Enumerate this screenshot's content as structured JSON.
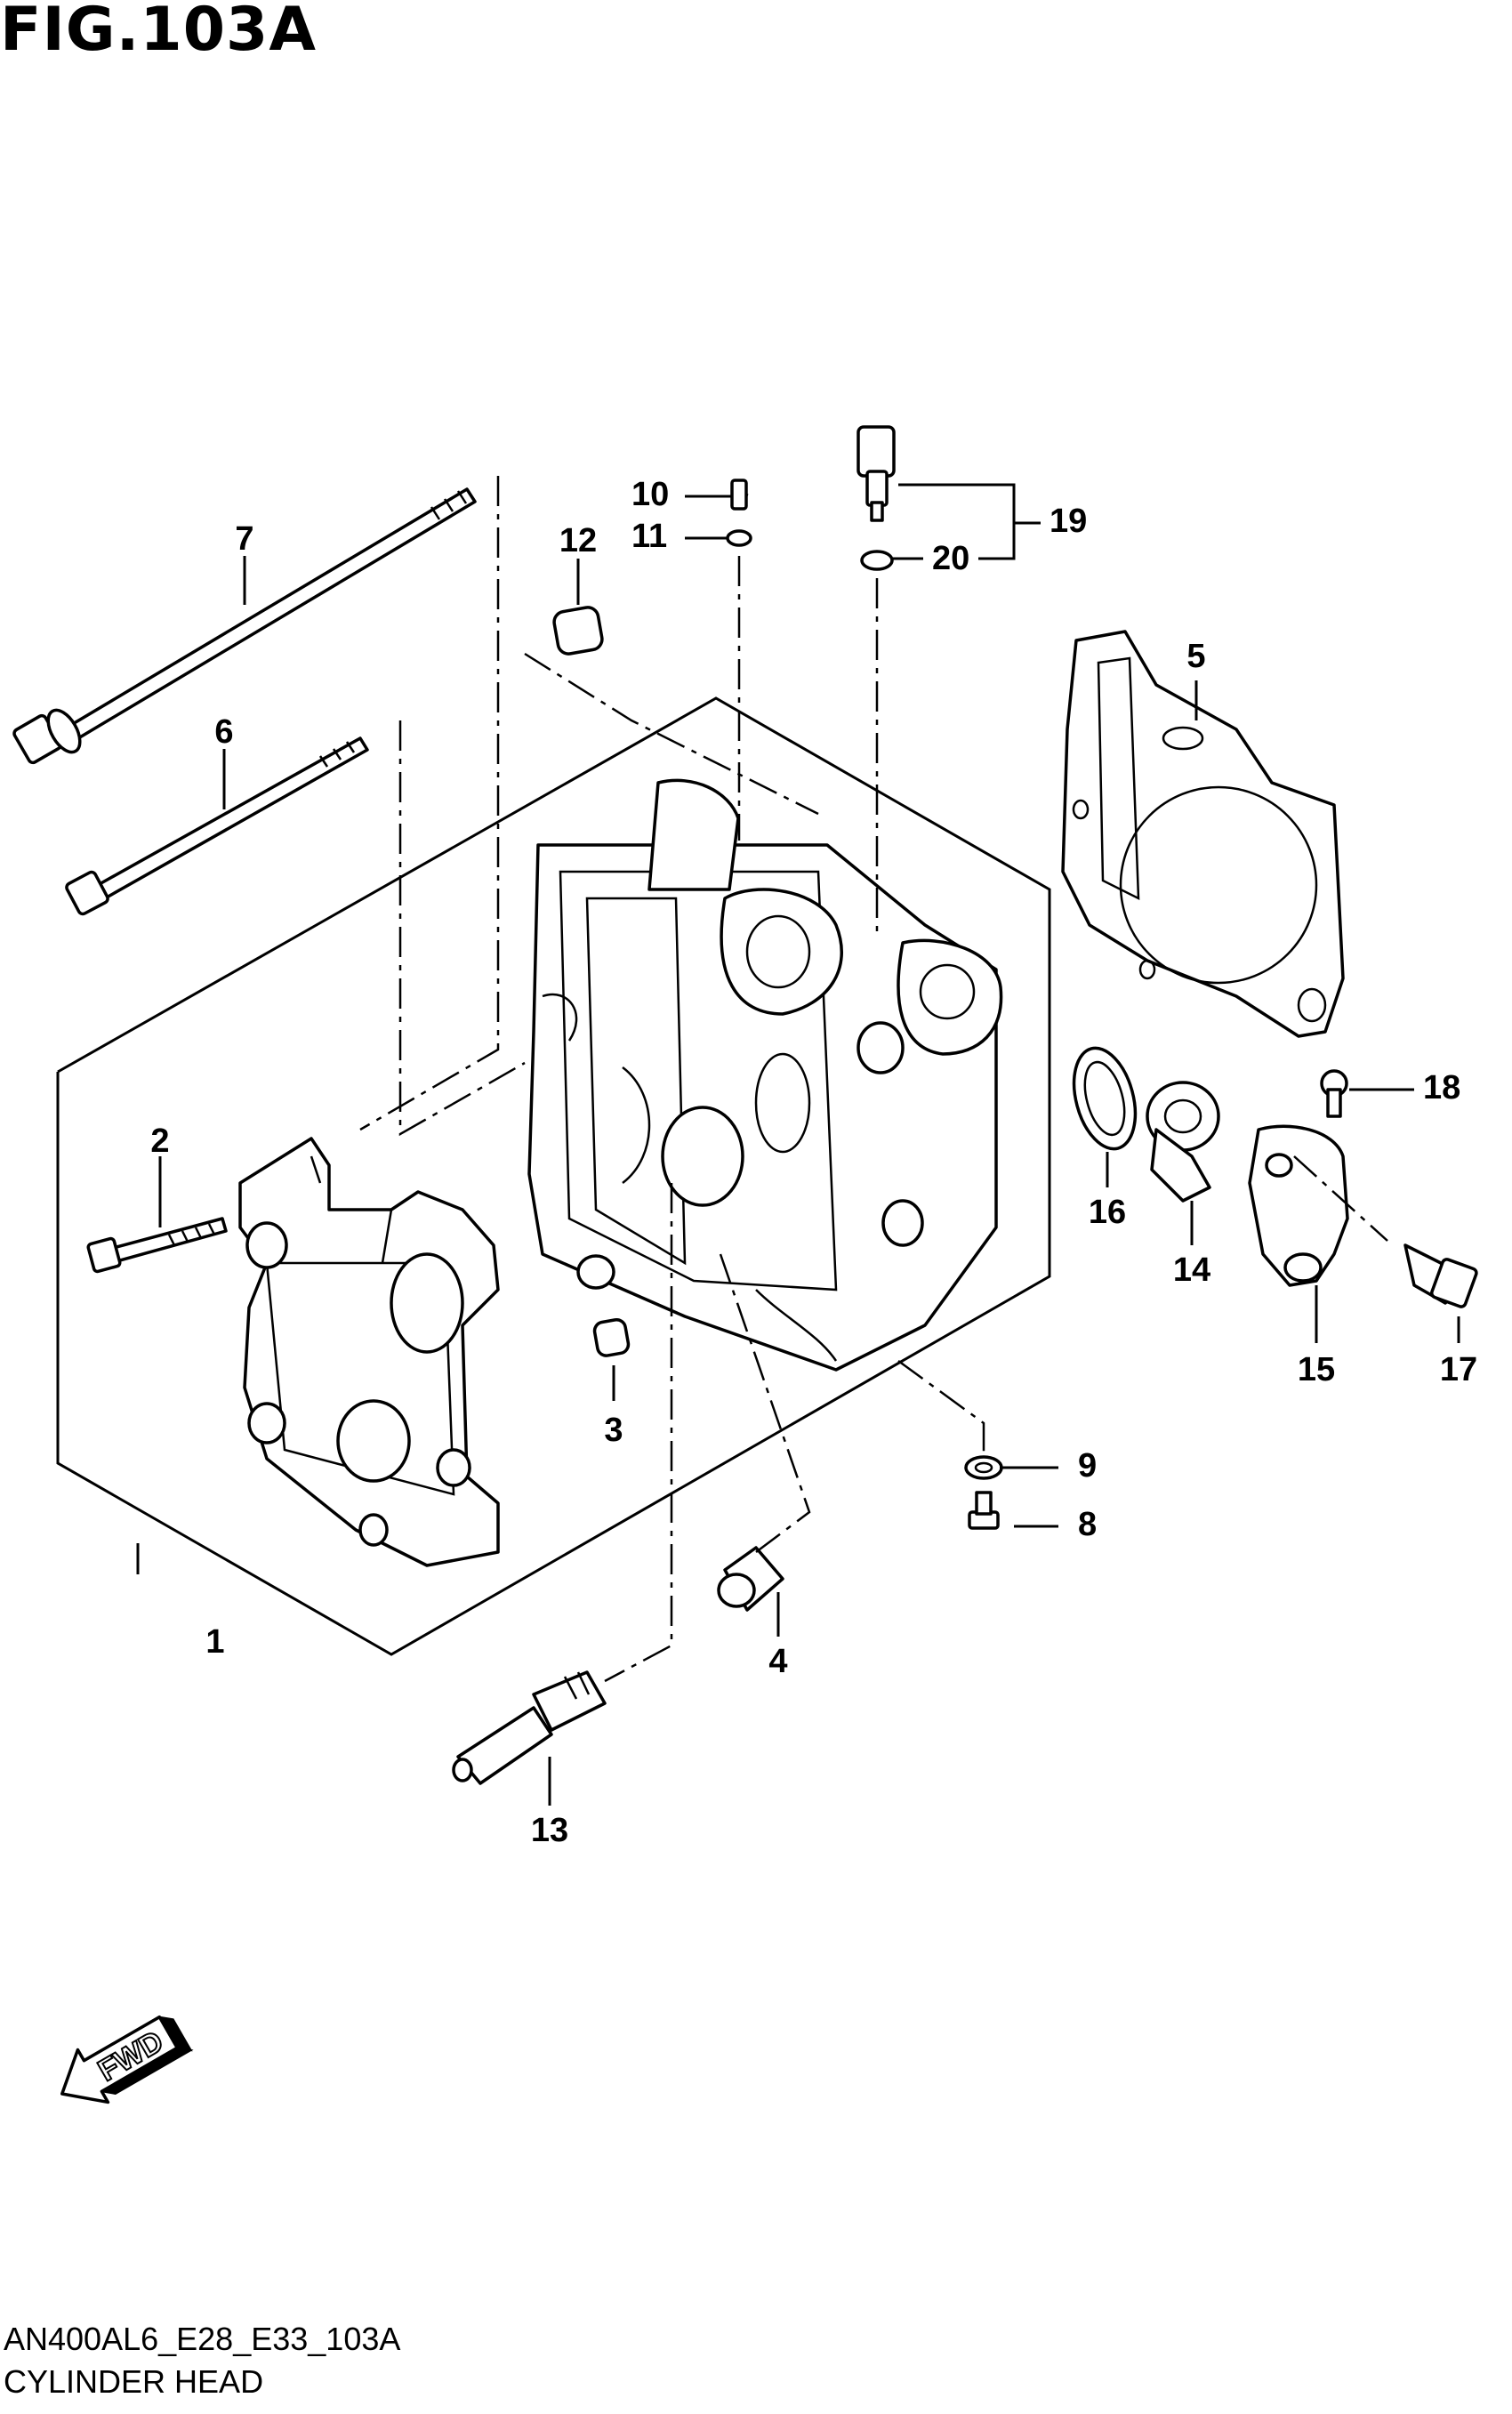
{
  "figure": {
    "title": "FIG.103A"
  },
  "footer": {
    "code": "AN400AL6_E28_E33_103A",
    "name": "CYLINDER HEAD"
  },
  "direction_marker": {
    "label": "FWD",
    "icon": "fwd-arrow-icon"
  },
  "callouts": {
    "c1": "1",
    "c2": "2",
    "c3": "3",
    "c4": "4",
    "c5": "5",
    "c6": "6",
    "c7": "7",
    "c8": "8",
    "c9": "9",
    "c10": "10",
    "c11": "11",
    "c12": "12",
    "c13": "13",
    "c14": "14",
    "c15": "15",
    "c16": "16",
    "c17": "17",
    "c18": "18",
    "c19": "19",
    "c20": "20"
  }
}
